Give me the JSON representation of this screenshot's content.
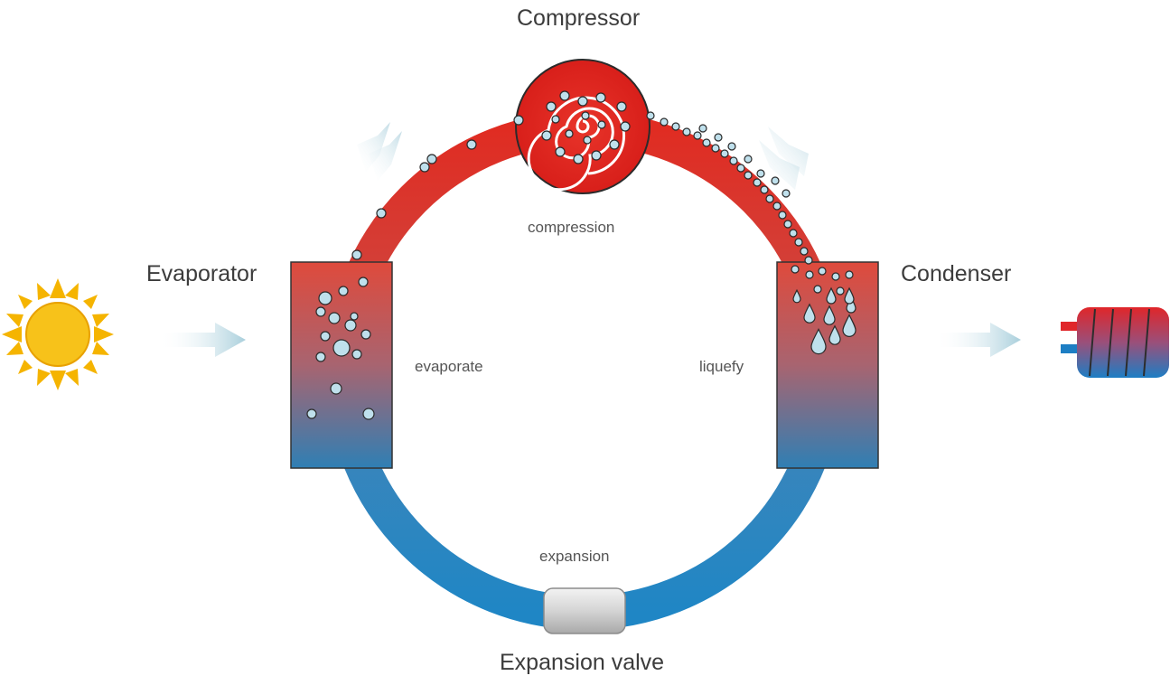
{
  "labels": {
    "compressor": "Compressor",
    "evaporator": "Evaporator",
    "condenser": "Condenser",
    "expansion_valve": "Expansion valve",
    "compression": "compression",
    "evaporate": "evaporate",
    "liquefy": "liquefy",
    "expansion": "expansion"
  },
  "icons": {
    "heat_source": "sun-icon",
    "heat_output": "heating-coil-icon",
    "flow_in": "arrow-right-icon",
    "flow_out": "arrow-right-icon"
  },
  "colors": {
    "hot": "#e53527",
    "warm_mid": "#a8606a",
    "cold": "#1f86c5",
    "bubble": "#bfe0ec",
    "sun": "#f5b400",
    "arrow": "#a9cfdc"
  }
}
